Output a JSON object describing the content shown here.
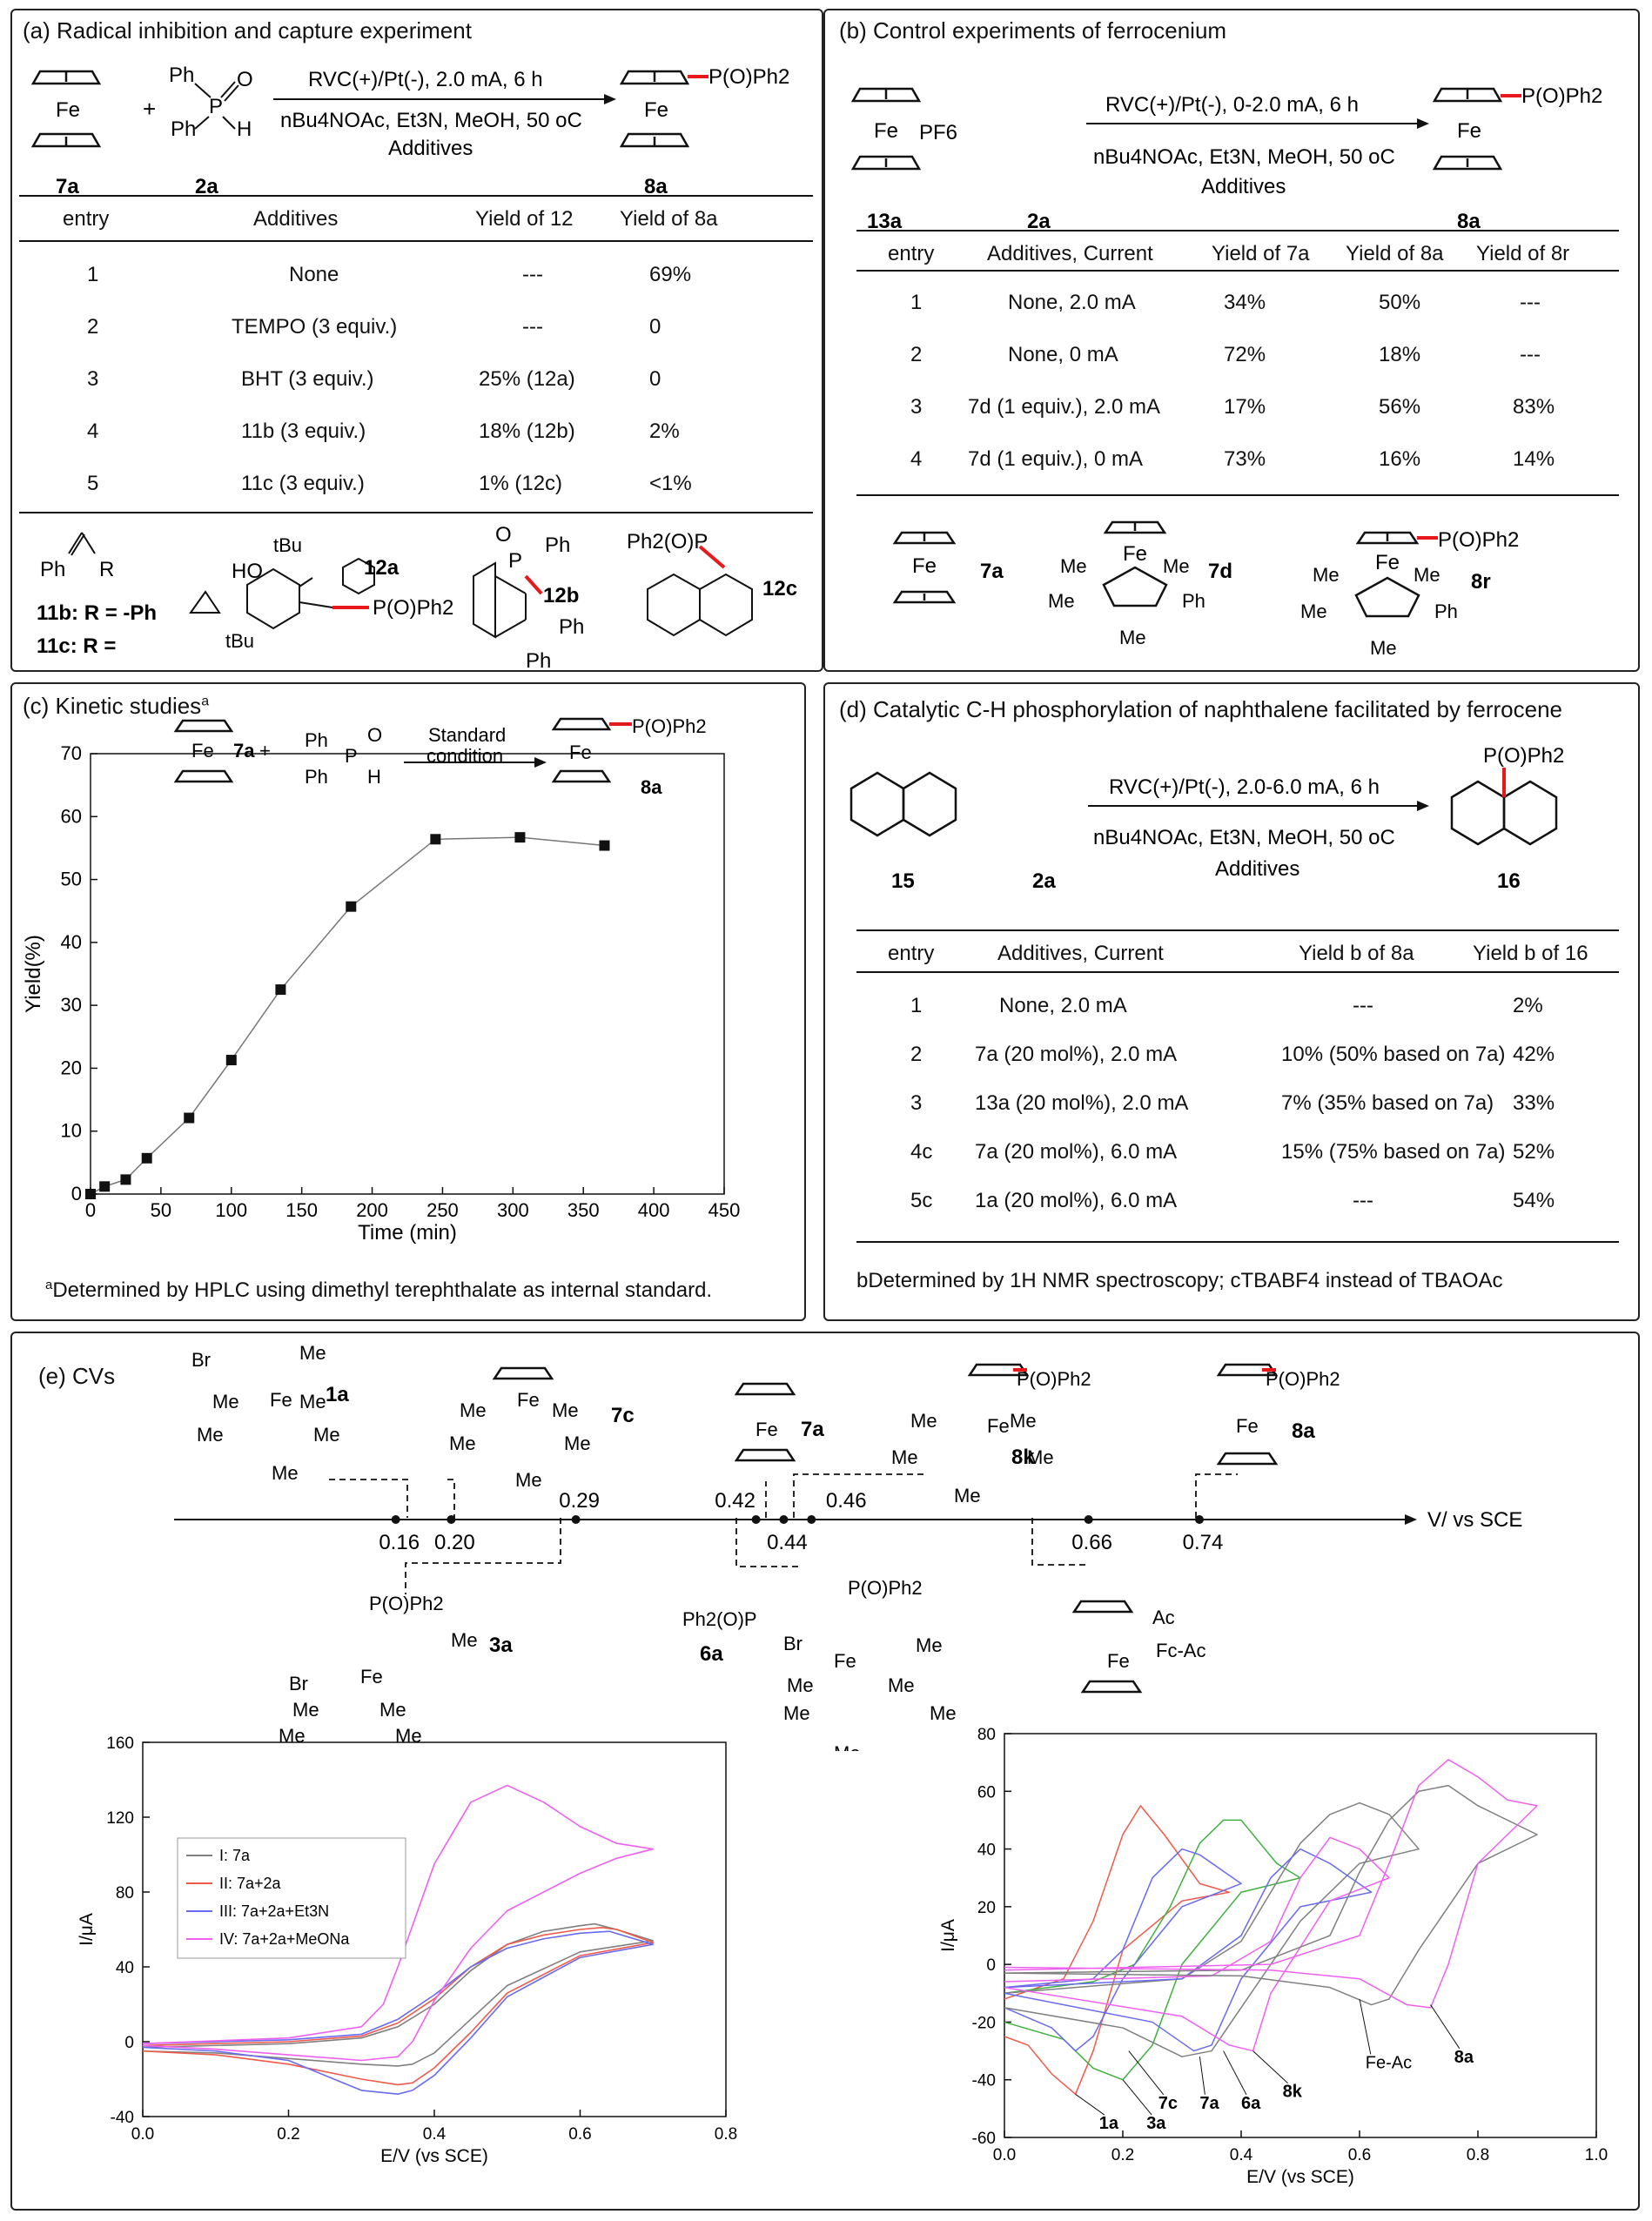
{
  "panel_a": {
    "title": "(a) Radical inhibition and capture experiment",
    "reagent_plus": "+",
    "phos_labels": {
      "ph1": "Ph",
      "ph2": "Ph",
      "p": "P",
      "o": "O",
      "h": "H"
    },
    "condition_line1": "RVC(+)/Pt(-),  2.0 mA,  6 h",
    "condition_line2": "nBu4NOAc, Et3N, MeOH, 50 oC",
    "condition_line3": "Additives",
    "fe": "Fe",
    "product_label": "P(O)Ph2",
    "compound_labels": [
      "7a",
      "2a",
      "8a"
    ],
    "headers": [
      "entry",
      "Additives",
      "Yield of 12",
      "Yield of 8a"
    ],
    "rows": [
      {
        "entry": "1",
        "additive": "None",
        "y12": "---",
        "y8a": "69%"
      },
      {
        "entry": "2",
        "additive": "TEMPO (3 equiv.)",
        "y12": "---",
        "y8a": "0"
      },
      {
        "entry": "3",
        "additive": "BHT (3 equiv.)",
        "y12": "25% (12a)",
        "y8a": "0"
      },
      {
        "entry": "4",
        "additive": "11b (3 equiv.)",
        "y12": "18% (12b)",
        "y8a": "2%"
      },
      {
        "entry": "5",
        "additive": "11c (3 equiv.)",
        "y12": "1% (12c)",
        "y8a": "<1%"
      }
    ],
    "bottom": {
      "ph": "Ph",
      "r": "R",
      "l11b": "11b: R = -Ph",
      "l11c": "11c: R =",
      "ho": "HO",
      "tbu1": "tBu",
      "tbu2": "tBu",
      "pop": "P(O)Ph2",
      "c12a": "12a",
      "o": "O",
      "p": "P",
      "ph_a": "Ph",
      "ph_b": "Ph",
      "ph_c": "Ph",
      "c12b": "12b",
      "ph2op": "Ph2(O)P",
      "c12c": "12c"
    }
  },
  "panel_b": {
    "title": "(b) Control experiments of ferrocenium",
    "pf6": "PF6",
    "condition_line1": "RVC(+)/Pt(-),  0-2.0 mA,  6 h",
    "condition_line2": "nBu4NOAc, Et3N, MeOH, 50 oC",
    "condition_line3": "Additives",
    "fe": "Fe",
    "product_label": "P(O)Ph2",
    "compound_labels": [
      "13a",
      "2a",
      "8a"
    ],
    "headers": [
      "entry",
      "Additives, Current",
      "Yield of 7a",
      "Yield of 8a",
      "Yield of 8r"
    ],
    "rows": [
      {
        "entry": "1",
        "additive": "None, 2.0 mA",
        "y7a": "34%",
        "y8a": "50%",
        "y8r": "---"
      },
      {
        "entry": "2",
        "additive": "None, 0 mA",
        "y7a": "72%",
        "y8a": "18%",
        "y8r": "---"
      },
      {
        "entry": "3",
        "additive": "7d (1 equiv.), 2.0 mA",
        "y7a": "17%",
        "y8a": "56%",
        "y8r": "83%"
      },
      {
        "entry": "4",
        "additive": "7d (1 equiv.),  0 mA",
        "y7a": "73%",
        "y8a": "16%",
        "y8r": "14%"
      }
    ],
    "bottom": {
      "c7a": "7a",
      "c7d": "7d",
      "c8r": "8r",
      "me": "Me",
      "ph": "Ph",
      "pop": "P(O)Ph2"
    }
  },
  "panel_c": {
    "title": "(c) Kinetic studies",
    "title_sup": "a",
    "footnote": "Determined by HPLC using dimethyl terephthalate as internal standard.",
    "footnote_sup": "a",
    "condition_line1": "Standard",
    "condition_line2": "condition",
    "labels": {
      "c7a": "7a",
      "c8a": "8a",
      "plus": "+",
      "fe": "Fe",
      "pop": "P(O)Ph2",
      "ph1": "Ph",
      "ph2": "Ph",
      "p": "P",
      "o": "O",
      "h": "H"
    }
  },
  "panel_d": {
    "title": "(d) Catalytic C-H phosphorylation of naphthalene facilitated by ferrocene",
    "condition_line1": "RVC(+)/Pt(-),  2.0-6.0 mA,  6 h",
    "condition_line2": "nBu4NOAc, Et3N, MeOH, 50 oC",
    "condition_line3": "Additives",
    "compound_labels": [
      "15",
      "2a",
      "16"
    ],
    "product_label": "P(O)Ph2",
    "headers": [
      "entry",
      "Additives, Current",
      "Yield b of 8a",
      "Yield b of 16"
    ],
    "rows": [
      {
        "entry": "1",
        "additive": "None, 2.0 mA",
        "y8a": "---",
        "y16": "2%"
      },
      {
        "entry": "2",
        "additive": "7a (20 mol%), 2.0 mA",
        "y8a": "10% (50% based on 7a)",
        "y16": "42%"
      },
      {
        "entry": "3",
        "additive": "13a (20 mol%), 2.0 mA",
        "y8a": "7% (35% based on 7a)",
        "y16": "33%"
      },
      {
        "entry": "4c",
        "additive": "7a (20 mol%), 6.0 mA",
        "y8a": "15% (75% based on 7a)",
        "y16": "52%"
      },
      {
        "entry": "5c",
        "additive": "1a (20 mol%), 6.0 mA",
        "y8a": "---",
        "y16": "54%"
      }
    ],
    "footnote": "bDetermined by 1H NMR spectroscopy; cTBABF4 instead of TBAOAc"
  },
  "panel_e": {
    "title": "(e) CVs",
    "axis_label": "V/ vs SCE",
    "potentials": [
      {
        "v": "0.16",
        "compound": "1a"
      },
      {
        "v": "0.20",
        "compound": "7c"
      },
      {
        "v": "0.29",
        "compound": "3a"
      },
      {
        "v": "0.42",
        "compound": "6a"
      },
      {
        "v": "0.44",
        "compound": "7a"
      },
      {
        "v": "0.46",
        "compound": "8k"
      },
      {
        "v": "0.66",
        "compound": "Fc-Ac"
      },
      {
        "v": "0.74",
        "compound": "8a"
      }
    ],
    "struct_labels": {
      "br": "Br",
      "me": "Me",
      "fe": "Fe",
      "pop": "P(O)Ph2",
      "ph2op": "Ph2(O)P",
      "ac": "Ac",
      "fcac": "Fc-Ac"
    }
  },
  "colors": {
    "gray": "#808080",
    "red": "#f05a4a",
    "blue": "#6a6af0",
    "magenta": "#f060f0",
    "green": "#40b040",
    "dark": "#555555",
    "highlight": "#e8191a"
  },
  "chart_data": [
    {
      "type": "line",
      "title": "(c) Kinetic studies",
      "xlabel": "Time (min)",
      "ylabel": "Yield(%)",
      "xlim": [
        0,
        450
      ],
      "ylim": [
        0,
        70
      ],
      "xticks": [
        0,
        50,
        100,
        150,
        200,
        250,
        300,
        350,
        400,
        450
      ],
      "yticks": [
        0,
        10,
        20,
        30,
        40,
        50,
        60,
        70
      ],
      "series": [
        {
          "x": [
            0,
            10,
            25,
            40,
            70,
            100,
            135,
            185,
            245,
            305,
            365
          ],
          "y": [
            0,
            1.2,
            2.3,
            5.7,
            12.1,
            21.3,
            32.5,
            45.7,
            56.4,
            56.7,
            55.4
          ]
        }
      ]
    },
    {
      "type": "line",
      "title": "",
      "xlabel": "E/V (vs SCE)",
      "ylabel": "I/μA",
      "xlim": [
        0,
        0.8
      ],
      "ylim": [
        -40,
        160
      ],
      "xticks": [
        0.0,
        0.2,
        0.4,
        0.6,
        0.8
      ],
      "yticks": [
        -40,
        0,
        40,
        80,
        120,
        160
      ],
      "legend": [
        "I: 7a",
        "II: 7a+2a",
        "III: 7a+2a+Et3N",
        "IV: 7a+2a+MeONa"
      ],
      "legend_placement": "upper-left",
      "series": [
        {
          "name": "I: 7a",
          "forward": {
            "x": [
              0,
              0.2,
              0.3,
              0.35,
              0.4,
              0.45,
              0.5,
              0.55,
              0.6,
              0.62,
              0.65,
              0.7
            ],
            "y": [
              -3,
              -1,
              2,
              8,
              20,
              38,
              52,
              59,
              62,
              63,
              60,
              54
            ]
          },
          "reverse": {
            "x": [
              0.7,
              0.6,
              0.5,
              0.45,
              0.4,
              0.37,
              0.35,
              0.3,
              0.2,
              0.1,
              0
            ],
            "y": [
              54,
              48,
              30,
              12,
              -6,
              -12,
              -13,
              -12,
              -9,
              -6,
              -5
            ]
          }
        },
        {
          "name": "II: 7a+2a",
          "forward": {
            "x": [
              0,
              0.2,
              0.3,
              0.35,
              0.4,
              0.45,
              0.5,
              0.55,
              0.6,
              0.63,
              0.65,
              0.7
            ],
            "y": [
              -2,
              0,
              3,
              10,
              23,
              40,
              52,
              57,
              60,
              61,
              60,
              53
            ]
          },
          "reverse": {
            "x": [
              0.7,
              0.6,
              0.5,
              0.45,
              0.4,
              0.37,
              0.35,
              0.3,
              0.2,
              0.1,
              0
            ],
            "y": [
              53,
              46,
              26,
              5,
              -14,
              -22,
              -23,
              -20,
              -12,
              -7,
              -5
            ]
          }
        },
        {
          "name": "III: 7a+2a+Et3N",
          "forward": {
            "x": [
              0,
              0.2,
              0.3,
              0.35,
              0.4,
              0.45,
              0.5,
              0.55,
              0.6,
              0.64,
              0.7
            ],
            "y": [
              -1,
              1,
              4,
              12,
              25,
              40,
              50,
              55,
              58,
              59,
              52
            ]
          },
          "reverse": {
            "x": [
              0.7,
              0.6,
              0.5,
              0.45,
              0.4,
              0.37,
              0.35,
              0.3,
              0.25,
              0.2,
              0.1,
              0
            ],
            "y": [
              52,
              45,
              24,
              2,
              -18,
              -26,
              -28,
              -26,
              -18,
              -10,
              -5,
              -3
            ]
          }
        },
        {
          "name": "IV: 7a+2a+MeONa",
          "forward": {
            "x": [
              0,
              0.2,
              0.3,
              0.33,
              0.35,
              0.4,
              0.45,
              0.5,
              0.55,
              0.6,
              0.65,
              0.7
            ],
            "y": [
              -1,
              2,
              8,
              20,
              40,
              95,
              128,
              137,
              128,
              115,
              106,
              103
            ]
          },
          "reverse": {
            "x": [
              0.7,
              0.65,
              0.6,
              0.5,
              0.45,
              0.4,
              0.37,
              0.35,
              0.3,
              0.2,
              0.1,
              0
            ],
            "y": [
              103,
              98,
              90,
              70,
              50,
              22,
              0,
              -8,
              -10,
              -7,
              -4,
              -2
            ]
          }
        }
      ]
    },
    {
      "type": "line",
      "title": "",
      "xlabel": "E/V (vs SCE)",
      "ylabel": "I/μA",
      "xlim": [
        0,
        1.0
      ],
      "ylim": [
        -60,
        80
      ],
      "xticks": [
        0.0,
        0.2,
        0.4,
        0.6,
        0.8,
        1.0
      ],
      "yticks": [
        -60,
        -40,
        -20,
        0,
        20,
        40,
        60,
        80
      ],
      "curve_labels": [
        "1a",
        "3a",
        "7c",
        "7a",
        "6a",
        "8k",
        "Fe-Ac",
        "8a"
      ],
      "series": [
        {
          "name": "1a",
          "color": "red",
          "forward": {
            "x": [
              0,
              0.1,
              0.15,
              0.2,
              0.23,
              0.27,
              0.33,
              0.38
            ],
            "y": [
              -12,
              -5,
              15,
              45,
              55,
              45,
              28,
              25
            ]
          },
          "reverse": {
            "x": [
              0.38,
              0.3,
              0.2,
              0.15,
              0.12,
              0.08,
              0.04,
              0
            ],
            "y": [
              25,
              22,
              5,
              -30,
              -45,
              -38,
              -28,
              -25
            ]
          }
        },
        {
          "name": "3a",
          "color": "green",
          "forward": {
            "x": [
              0,
              0.15,
              0.22,
              0.28,
              0.33,
              0.37,
              0.4,
              0.46,
              0.5
            ],
            "y": [
              -10,
              -6,
              0,
              20,
              42,
              50,
              50,
              35,
              30
            ]
          },
          "reverse": {
            "x": [
              0.5,
              0.4,
              0.3,
              0.25,
              0.2,
              0.15,
              0.1,
              0
            ],
            "y": [
              30,
              25,
              0,
              -28,
              -40,
              -36,
              -26,
              -20
            ]
          }
        },
        {
          "name": "7c",
          "color": "blue",
          "forward": {
            "x": [
              0,
              0.15,
              0.2,
              0.25,
              0.3,
              0.33,
              0.4
            ],
            "y": [
              -8,
              -5,
              5,
              30,
              40,
              38,
              28
            ]
          },
          "reverse": {
            "x": [
              0.4,
              0.3,
              0.2,
              0.15,
              0.12,
              0.08,
              0
            ],
            "y": [
              28,
              20,
              -5,
              -25,
              -30,
              -22,
              -15
            ]
          }
        },
        {
          "name": "7a",
          "color": "gray",
          "forward": {
            "x": [
              0,
              0.3,
              0.4,
              0.45,
              0.5,
              0.55,
              0.6,
              0.65,
              0.7
            ],
            "y": [
              -10,
              -5,
              8,
              25,
              42,
              52,
              56,
              52,
              40
            ]
          },
          "reverse": {
            "x": [
              0.7,
              0.6,
              0.5,
              0.4,
              0.35,
              0.3,
              0.2,
              0
            ],
            "y": [
              40,
              35,
              15,
              -15,
              -30,
              -32,
              -22,
              -15
            ]
          }
        },
        {
          "name": "6a",
          "color": "blue",
          "forward": {
            "x": [
              0,
              0.3,
              0.4,
              0.45,
              0.5,
              0.55,
              0.62
            ],
            "y": [
              -8,
              -5,
              10,
              30,
              40,
              35,
              25
            ]
          },
          "reverse": {
            "x": [
              0.62,
              0.5,
              0.4,
              0.35,
              0.32,
              0.25,
              0
            ],
            "y": [
              25,
              20,
              -5,
              -28,
              -30,
              -20,
              -10
            ]
          }
        },
        {
          "name": "8k",
          "color": "magenta",
          "forward": {
            "x": [
              0,
              0.35,
              0.45,
              0.5,
              0.55,
              0.6,
              0.65
            ],
            "y": [
              -6,
              -4,
              8,
              30,
              44,
              40,
              30
            ]
          },
          "reverse": {
            "x": [
              0.65,
              0.55,
              0.45,
              0.42,
              0.38,
              0.3,
              0
            ],
            "y": [
              30,
              22,
              -10,
              -30,
              -28,
              -18,
              -8
            ]
          }
        },
        {
          "name": "Fe-Ac",
          "color": "gray",
          "forward": {
            "x": [
              0,
              0.4,
              0.55,
              0.6,
              0.65,
              0.7,
              0.75,
              0.8,
              0.9
            ],
            "y": [
              -3,
              -2,
              10,
              32,
              50,
              60,
              62,
              55,
              45
            ]
          },
          "reverse": {
            "x": [
              0.9,
              0.8,
              0.7,
              0.65,
              0.62,
              0.55,
              0.4,
              0
            ],
            "y": [
              45,
              35,
              5,
              -12,
              -14,
              -8,
              -4,
              -3
            ]
          }
        },
        {
          "name": "8a",
          "color": "magenta",
          "forward": {
            "x": [
              0,
              0.45,
              0.6,
              0.65,
              0.7,
              0.75,
              0.8,
              0.85,
              0.9
            ],
            "y": [
              -2,
              0,
              10,
              35,
              62,
              71,
              65,
              57,
              55
            ]
          },
          "reverse": {
            "x": [
              0.9,
              0.8,
              0.75,
              0.72,
              0.68,
              0.6,
              0.45,
              0
            ],
            "y": [
              55,
              35,
              0,
              -15,
              -14,
              -5,
              -2,
              -1
            ]
          }
        }
      ]
    }
  ]
}
